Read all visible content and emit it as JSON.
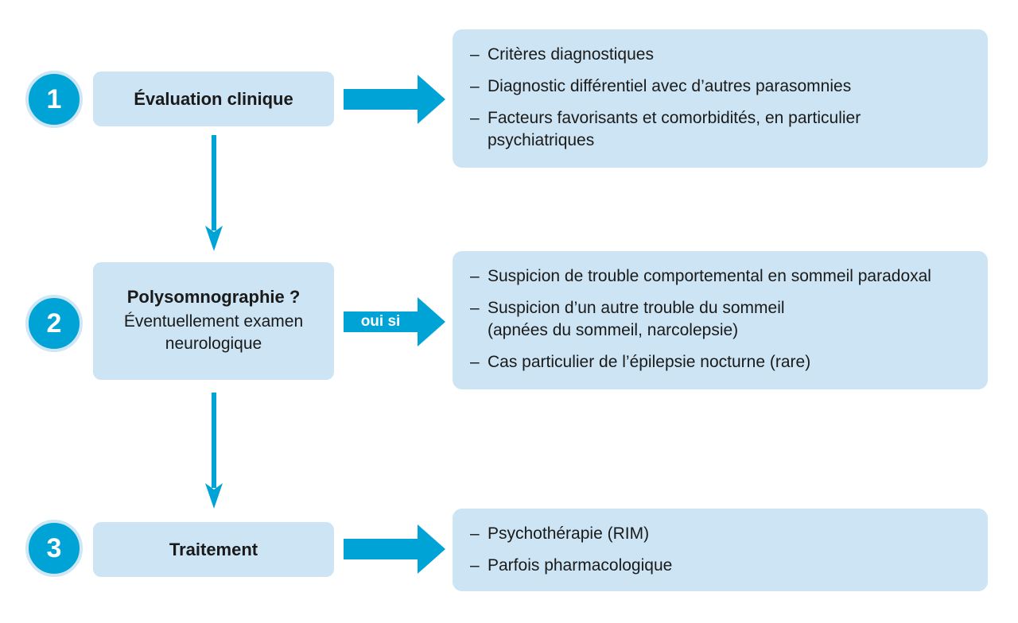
{
  "colors": {
    "accent": "#00a3d6",
    "box_fill": "#cce4f3",
    "circle_ring": "#cfe6f4",
    "text": "#1a1a1a"
  },
  "steps": [
    {
      "number": "1",
      "title": "Évaluation clinique",
      "subtitle": "",
      "arrow_label": "",
      "details": [
        "Critères diagnostiques",
        "Diagnostic différentiel avec d’autres parasomnies",
        "Facteurs favorisants et comorbidités, en particulier psychiatriques"
      ]
    },
    {
      "number": "2",
      "title": "Polysomnographie ?",
      "subtitle": "Éventuellement examen neurologique",
      "arrow_label": "oui si",
      "details": [
        "Suspicion de trouble comportemental en sommeil paradoxal",
        "Suspicion d’un autre trouble du sommeil (apnées du sommeil, narcolepsie)",
        "Cas particulier de l’épilepsie nocturne (rare)"
      ]
    },
    {
      "number": "3",
      "title": "Traitement",
      "subtitle": "",
      "arrow_label": "",
      "details": [
        "Psychothérapie (RIM)",
        "Parfois pharmacologique"
      ]
    }
  ],
  "bullet_glyph": "–"
}
